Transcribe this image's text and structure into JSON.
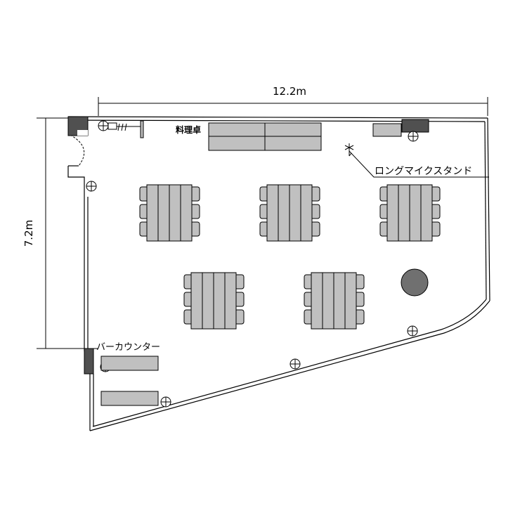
{
  "dimensions": {
    "width": "12.2m",
    "height": "7.2m"
  },
  "labels": {
    "kitchen_table": "料理卓",
    "mic_stand": "ロングマイクスタンド",
    "bar_counter": "バーカウンター"
  },
  "colors": {
    "table_fill": "#c0c0c0",
    "wall_dark": "#505050",
    "round_table": "#707070",
    "outline": "#000000",
    "background": "#ffffff"
  }
}
